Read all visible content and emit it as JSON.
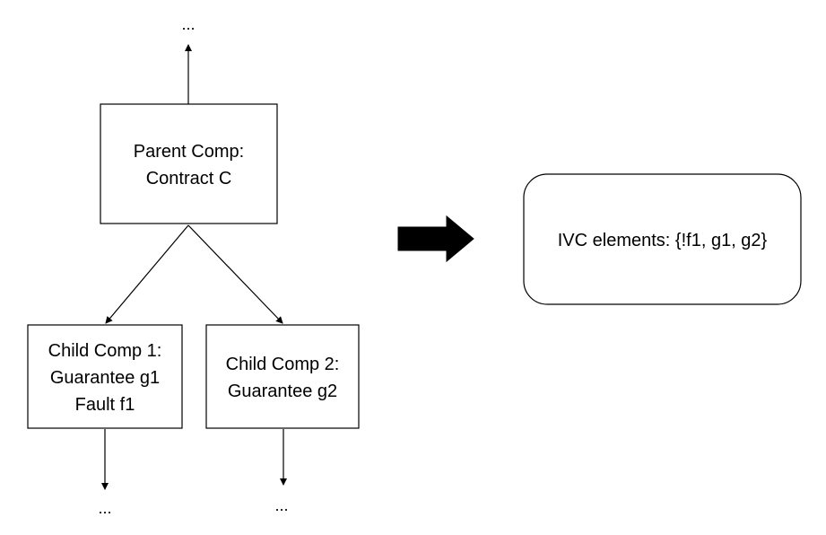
{
  "diagram": {
    "top_ellipsis": "...",
    "parent": {
      "line1": "Parent Comp:",
      "line2": "Contract C"
    },
    "child1": {
      "line1": "Child Comp 1:",
      "line2": "Guarantee g1",
      "line3": "Fault f1"
    },
    "child2": {
      "line1": "Child Comp 2:",
      "line2": "Guarantee g2"
    },
    "child1_ellipsis": "...",
    "child2_ellipsis": "...",
    "result": {
      "text": "IVC elements: {!f1, g1, g2}"
    },
    "colors": {
      "stroke": "#000000",
      "arrow_fill": "#000000",
      "background": "#ffffff"
    }
  }
}
